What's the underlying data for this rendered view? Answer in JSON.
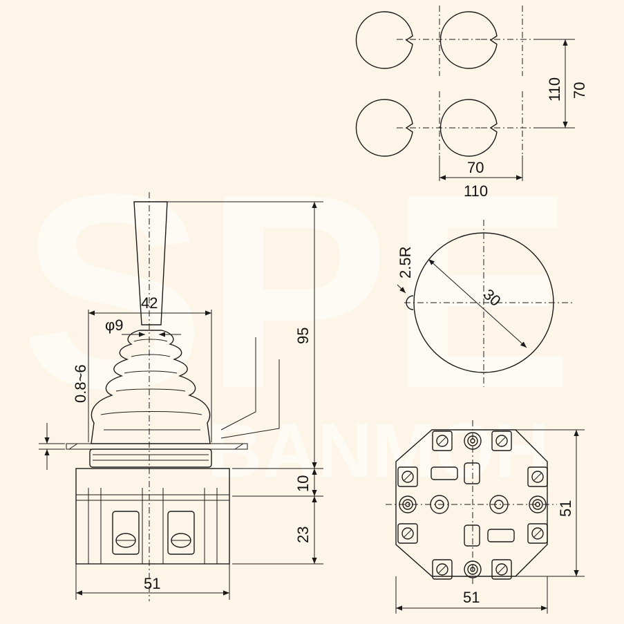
{
  "watermark": {
    "primary": "SPE",
    "secondary": "BANMOH"
  },
  "dimensions": {
    "top_small": "70",
    "top_large": "110",
    "side_small": "70",
    "side_large": "110",
    "radius": "2.5R",
    "diameter": "30",
    "boot_width": "42",
    "shaft_dia": "φ9",
    "panel_range": "0.8~6",
    "height_total": "95",
    "height_10": "10",
    "height_23": "23",
    "base_width": "51",
    "bottom_view_width": "51",
    "bottom_view_height": "51"
  },
  "colors": {
    "background": "#fdf6e8",
    "line": "#1a1a1a",
    "watermark": "#ffffff"
  }
}
